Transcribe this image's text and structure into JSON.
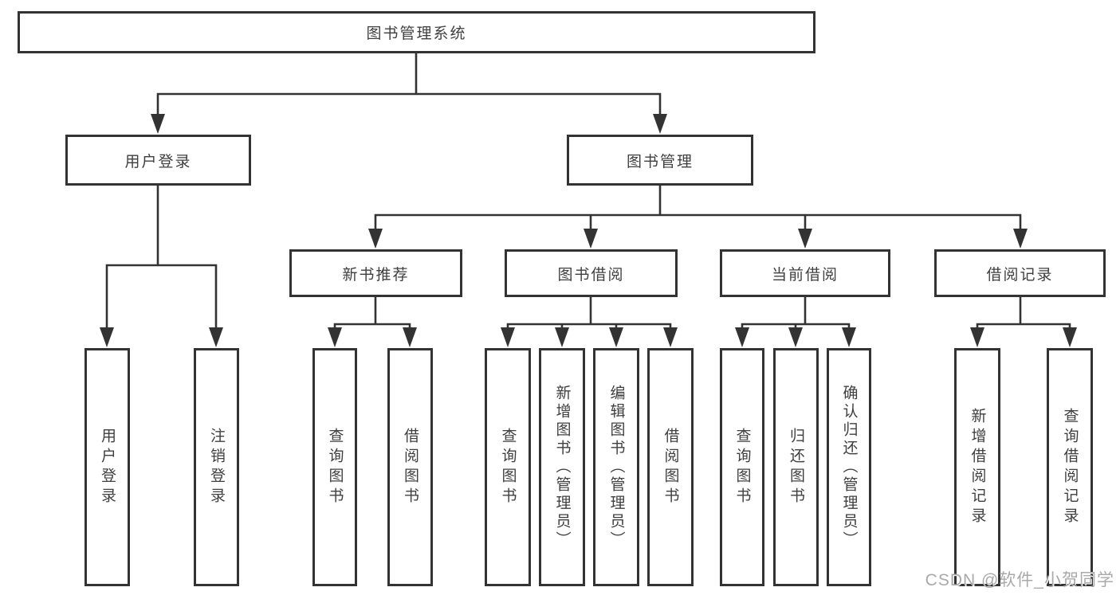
{
  "diagram_title": "图书管理系统",
  "nodes": {
    "root": "图书管理系统",
    "user_login": "用户登录",
    "book_mgmt": "图书管理",
    "new_book_rec": "新书推荐",
    "book_borrow": "图书借阅",
    "current_borrow": "当前借阅",
    "borrow_record": "借阅记录"
  },
  "leaves": {
    "user_login": [
      "用户登录",
      "注销登录"
    ],
    "new_book_rec": [
      "查询图书",
      "借阅图书"
    ],
    "book_borrow": [
      "查询图书",
      "新增图书（管理员）",
      "编辑图书（管理员）",
      "借阅图书"
    ],
    "current_borrow": [
      "查询图书",
      "归还图书",
      "确认归还（管理员）"
    ],
    "borrow_record": [
      "新增借阅记录",
      "查询借阅记录"
    ]
  },
  "watermark": "CSDN @软件_小贺同学",
  "colors": {
    "line": "#333333",
    "box_border": "#333333",
    "text": "#3f3f3f",
    "watermark": "#a9a9a9",
    "background": "#ffffff"
  }
}
